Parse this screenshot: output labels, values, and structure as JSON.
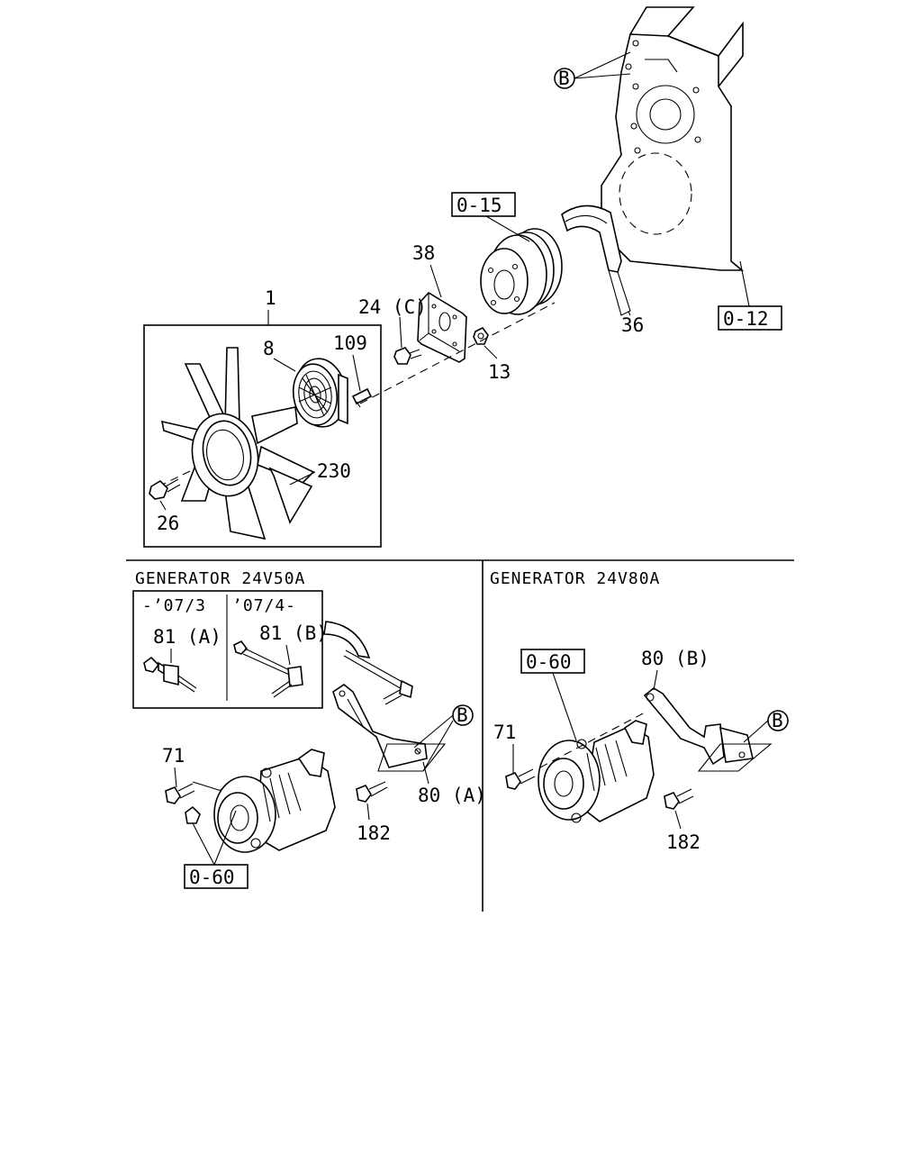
{
  "labels": {
    "ref_0_15": "0-15",
    "ref_0_12": "0-12",
    "ref_0_60_left": "0-60",
    "ref_0_60_right": "0-60",
    "part_1": "1",
    "part_8": "8",
    "part_109": "109",
    "part_24c": "24 (C)",
    "part_38": "38",
    "part_13": "13",
    "part_36": "36",
    "part_230": "230",
    "part_26": "26",
    "part_81a": "81 (A)",
    "part_81b": "81 (B)",
    "part_71_left": "71",
    "part_182_left": "182",
    "part_80a": "80 (A)",
    "part_80b": "80 (B)",
    "part_71_right": "71",
    "part_182_right": "182"
  },
  "sections": {
    "left_title": "GENERATOR 24V50A",
    "right_title": "GENERATOR 24V80A",
    "date_before": "-’07/3",
    "date_after": "’07/4-"
  },
  "markers": {
    "b_top": "B",
    "b_left": "B",
    "b_right": "B"
  }
}
